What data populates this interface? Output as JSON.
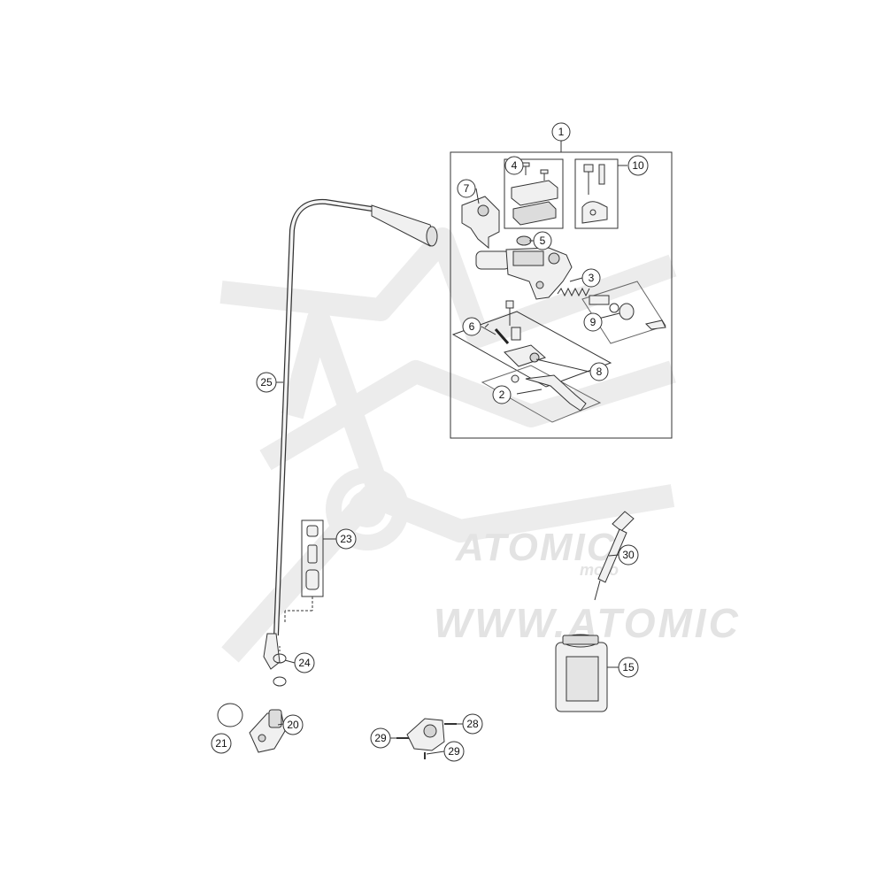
{
  "watermark": {
    "brand": "ATOMIC",
    "brand_sub": "moto",
    "url": "WWW.ATOMIC"
  },
  "colors": {
    "line": "#333333",
    "part_fill": "#f0f0f0",
    "part_shade": "#d4d4d4",
    "watermark": "#e3e3e3"
  },
  "callouts": [
    {
      "id": "c1",
      "label": "1"
    },
    {
      "id": "c2",
      "label": "2"
    },
    {
      "id": "c3",
      "label": "3"
    },
    {
      "id": "c4",
      "label": "4"
    },
    {
      "id": "c5",
      "label": "5"
    },
    {
      "id": "c6",
      "label": "6"
    },
    {
      "id": "c7",
      "label": "7"
    },
    {
      "id": "c8",
      "label": "8"
    },
    {
      "id": "c9",
      "label": "9"
    },
    {
      "id": "c10",
      "label": "10"
    },
    {
      "id": "c15",
      "label": "15"
    },
    {
      "id": "c20",
      "label": "20"
    },
    {
      "id": "c21",
      "label": "21"
    },
    {
      "id": "c23",
      "label": "23"
    },
    {
      "id": "c24",
      "label": "24"
    },
    {
      "id": "c25",
      "label": "25"
    },
    {
      "id": "c28",
      "label": "28"
    },
    {
      "id": "c29a",
      "label": "29"
    },
    {
      "id": "c29b",
      "label": "29"
    },
    {
      "id": "c30",
      "label": "30"
    }
  ]
}
